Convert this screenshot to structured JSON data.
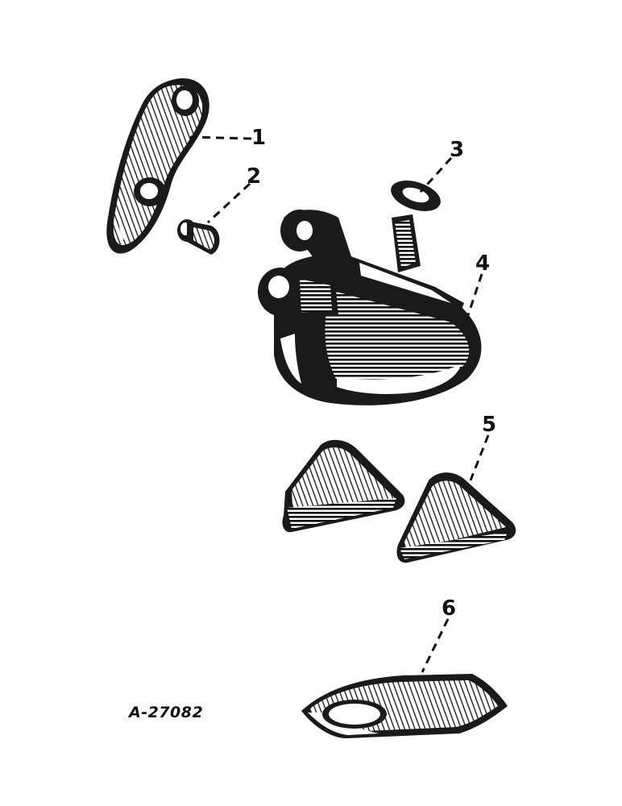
{
  "figure_id": "A-27082",
  "callouts": [
    {
      "number": "1"
    },
    {
      "number": "2"
    },
    {
      "number": "3"
    },
    {
      "number": "4"
    },
    {
      "number": "5"
    },
    {
      "number": "6"
    }
  ]
}
